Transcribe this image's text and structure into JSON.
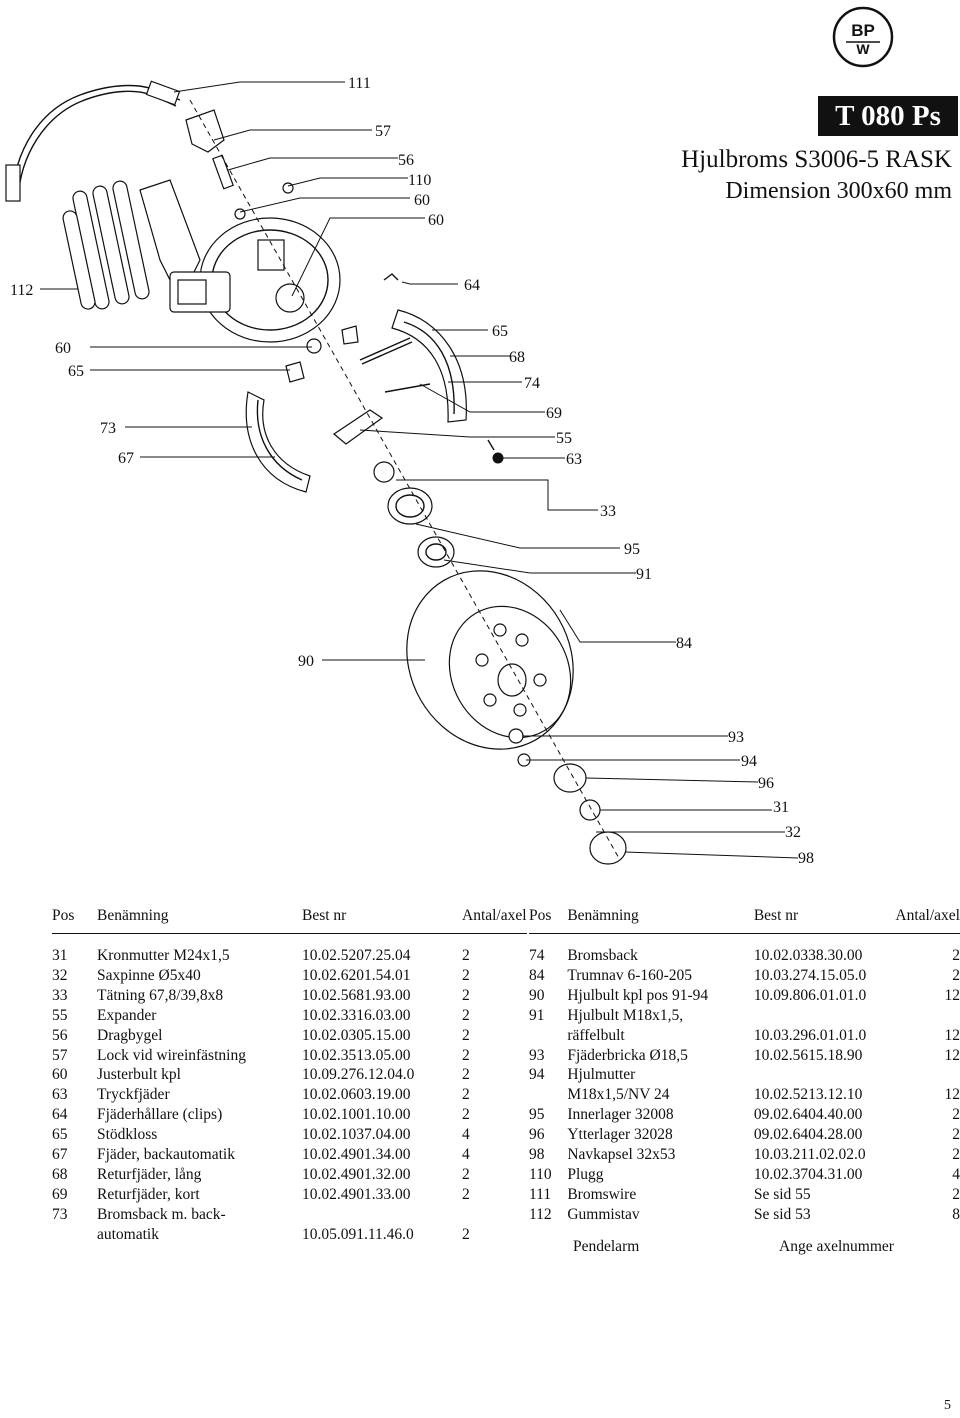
{
  "header": {
    "logo_text": "BPW",
    "code": "T 080 Ps",
    "title": "Hjulbroms S3006-5 RASK",
    "subtitle": "Dimension 300x60 mm"
  },
  "callouts": {
    "c111": "111",
    "c57": "57",
    "c56": "56",
    "c110": "110",
    "c60a": "60",
    "c60b": "60",
    "c112": "112",
    "c64": "64",
    "c65a": "65",
    "c60c": "60",
    "c65b": "65",
    "c68": "68",
    "c74": "74",
    "c73": "73",
    "c69": "69",
    "c55": "55",
    "c67": "67",
    "c63": "63",
    "c33": "33",
    "c95": "95",
    "c91": "91",
    "c90": "90",
    "c84": "84",
    "c93": "93",
    "c94": "94",
    "c96": "96",
    "c31": "31",
    "c32": "32",
    "c98": "98"
  },
  "table_headers": {
    "pos": "Pos",
    "name": "Benämning",
    "nr": "Best nr",
    "qty": "Antal/axel"
  },
  "left_rows": [
    {
      "pos": "31",
      "name": "Kronmutter M24x1,5",
      "nr": "10.02.5207.25.04",
      "qty": "2"
    },
    {
      "pos": "32",
      "name": "Saxpinne Ø5x40",
      "nr": "10.02.6201.54.01",
      "qty": "2"
    },
    {
      "pos": "33",
      "name": "Tätning 67,8/39,8x8",
      "nr": "10.02.5681.93.00",
      "qty": "2"
    },
    {
      "pos": "55",
      "name": "Expander",
      "nr": "10.02.3316.03.00",
      "qty": "2"
    },
    {
      "pos": "56",
      "name": "Dragbygel",
      "nr": "10.02.0305.15.00",
      "qty": "2"
    },
    {
      "pos": "57",
      "name": "Lock vid wireinfästning",
      "nr": "10.02.3513.05.00",
      "qty": "2"
    },
    {
      "pos": "60",
      "name": "Justerbult kpl",
      "nr": "10.09.276.12.04.0",
      "qty": "2"
    },
    {
      "pos": "63",
      "name": "Tryckfjäder",
      "nr": "10.02.0603.19.00",
      "qty": "2"
    },
    {
      "pos": "64",
      "name": "Fjäderhållare (clips)",
      "nr": "10.02.1001.10.00",
      "qty": "2"
    },
    {
      "pos": "65",
      "name": "Stödkloss",
      "nr": "10.02.1037.04.00",
      "qty": "4"
    },
    {
      "pos": "67",
      "name": "Fjäder, backautomatik",
      "nr": "10.02.4901.34.00",
      "qty": "4"
    },
    {
      "pos": "68",
      "name": "Returfjäder, lång",
      "nr": "10.02.4901.32.00",
      "qty": "2"
    },
    {
      "pos": "69",
      "name": "Returfjäder, kort",
      "nr": "10.02.4901.33.00",
      "qty": "2"
    },
    {
      "pos": "73",
      "name": "Bromsback m. back-",
      "nr": "",
      "qty": ""
    },
    {
      "pos": "",
      "name": "automatik",
      "nr": "10.05.091.11.46.0",
      "qty": "2"
    }
  ],
  "right_rows": [
    {
      "pos": "74",
      "name": "Bromsback",
      "nr": "10.02.0338.30.00",
      "qty": "2"
    },
    {
      "pos": "84",
      "name": "Trumnav 6-160-205",
      "nr": "10.03.274.15.05.0",
      "qty": "2"
    },
    {
      "pos": "90",
      "name": "Hjulbult kpl pos 91-94",
      "nr": "10.09.806.01.01.0",
      "qty": "12"
    },
    {
      "pos": "91",
      "name": "Hjulbult M18x1,5,",
      "nr": "",
      "qty": ""
    },
    {
      "pos": "",
      "name": "räffelbult",
      "nr": "10.03.296.01.01.0",
      "qty": "12"
    },
    {
      "pos": "93",
      "name": "Fjäderbricka Ø18,5",
      "nr": "10.02.5615.18.90",
      "qty": "12"
    },
    {
      "pos": "94",
      "name": "Hjulmutter",
      "nr": "",
      "qty": ""
    },
    {
      "pos": "",
      "name": "M18x1,5/NV 24",
      "nr": "10.02.5213.12.10",
      "qty": "12"
    },
    {
      "pos": "95",
      "name": "Innerlager 32008",
      "nr": "09.02.6404.40.00",
      "qty": "2"
    },
    {
      "pos": "96",
      "name": "Ytterlager 32028",
      "nr": "09.02.6404.28.00",
      "qty": "2"
    },
    {
      "pos": "98",
      "name": "Navkapsel 32x53",
      "nr": "10.03.211.02.02.0",
      "qty": "2"
    },
    {
      "pos": "110",
      "name": "Plugg",
      "nr": "10.02.3704.31.00",
      "qty": "4"
    },
    {
      "pos": "111",
      "name": "Bromswire",
      "nr": "Se sid 55",
      "qty": "2"
    },
    {
      "pos": "112",
      "name": "Gummistav",
      "nr": "Se sid 53",
      "qty": "8"
    }
  ],
  "footer_note": {
    "name": "Pendelarm",
    "note": "Ange axelnummer"
  },
  "page_number": "5"
}
